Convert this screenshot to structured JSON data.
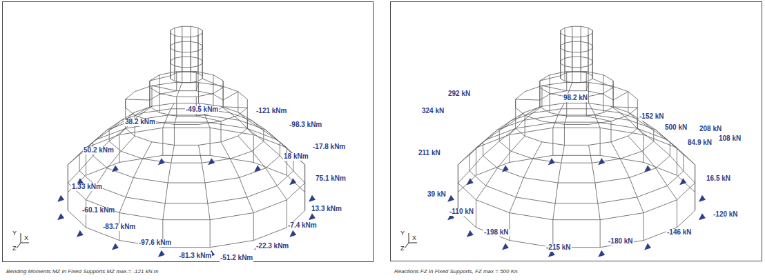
{
  "diagram": {
    "labels": [
      "38.2 kNm",
      "-49.5 kNm",
      "-121 kNm",
      "-98.3 kNm",
      "50.2 kNm",
      "-17.8 kNm",
      "18 kNm",
      "75.1 kNm",
      "1.33 kNm",
      "-60.1 kNm",
      "13.3 kNm",
      "-83.7 kNm",
      "-97.6 kNm",
      "-7.4 kNm",
      "-81.3 kNm",
      "-51.2 kNm",
      "-22.3 kNm",
      "Y",
      "X",
      "Z",
      "Bending Moments MZ In Fixed Supports MZ max.= -121 kN.m",
      "292 kN",
      "98.2 kN",
      "324 kN",
      "-152 kN",
      "500 kN",
      "208 kN",
      "211 kN",
      "84.9 kN",
      "108 kN",
      "39 kN",
      "16.5 kN",
      "-110 kN",
      "-120 kN",
      "-198 kN",
      "-146 kN",
      "-215 kN",
      "-180 kN",
      "Y",
      "X",
      "Z",
      "Reactions FZ In Fixed Supports, FZ max = 500 Kn."
    ]
  }
}
